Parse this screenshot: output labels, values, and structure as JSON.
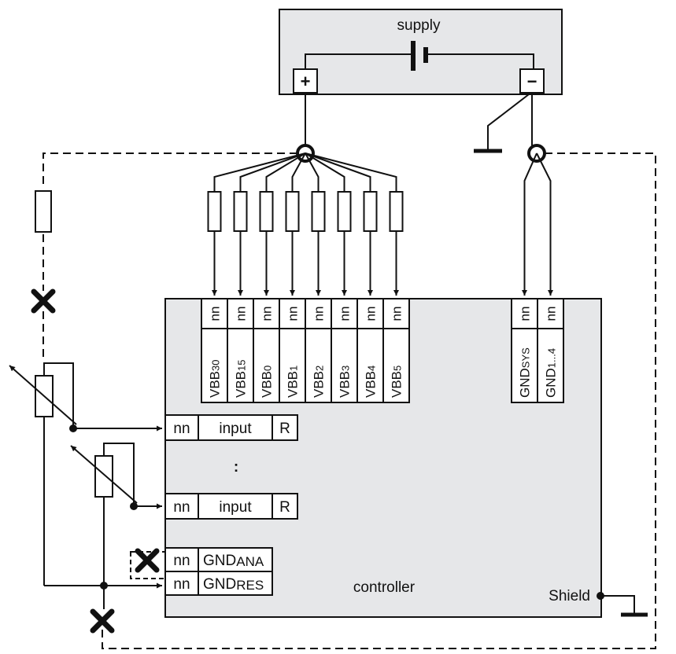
{
  "supply": {
    "label": "supply",
    "plus_symbol": "+",
    "minus_symbol": "−"
  },
  "controller": {
    "label": "controller",
    "shield_label": "Shield"
  },
  "vbb_terminals": [
    {
      "code": "nn",
      "name": "VBB",
      "sub": "30"
    },
    {
      "code": "nn",
      "name": "VBB",
      "sub": "15"
    },
    {
      "code": "nn",
      "name": "VBB",
      "sub": "0"
    },
    {
      "code": "nn",
      "name": "VBB",
      "sub": "1"
    },
    {
      "code": "nn",
      "name": "VBB",
      "sub": "2"
    },
    {
      "code": "nn",
      "name": "VBB",
      "sub": "3"
    },
    {
      "code": "nn",
      "name": "VBB",
      "sub": "4"
    },
    {
      "code": "nn",
      "name": "VBB",
      "sub": "5"
    }
  ],
  "gnd_terminals": [
    {
      "code": "nn",
      "name": "GND",
      "sub": "SYS"
    },
    {
      "code": "nn",
      "name": "GND",
      "sub": "1...4"
    }
  ],
  "inputs": [
    {
      "code": "nn",
      "label": "input",
      "suffix": "R"
    },
    {
      "code": "nn",
      "label": "input",
      "suffix": "R"
    }
  ],
  "ellipsis": ":",
  "gnd_ana": {
    "code": "nn",
    "name": "GND",
    "sub": "ANA"
  },
  "gnd_res": {
    "code": "nn",
    "name": "GND",
    "sub": "RES"
  }
}
